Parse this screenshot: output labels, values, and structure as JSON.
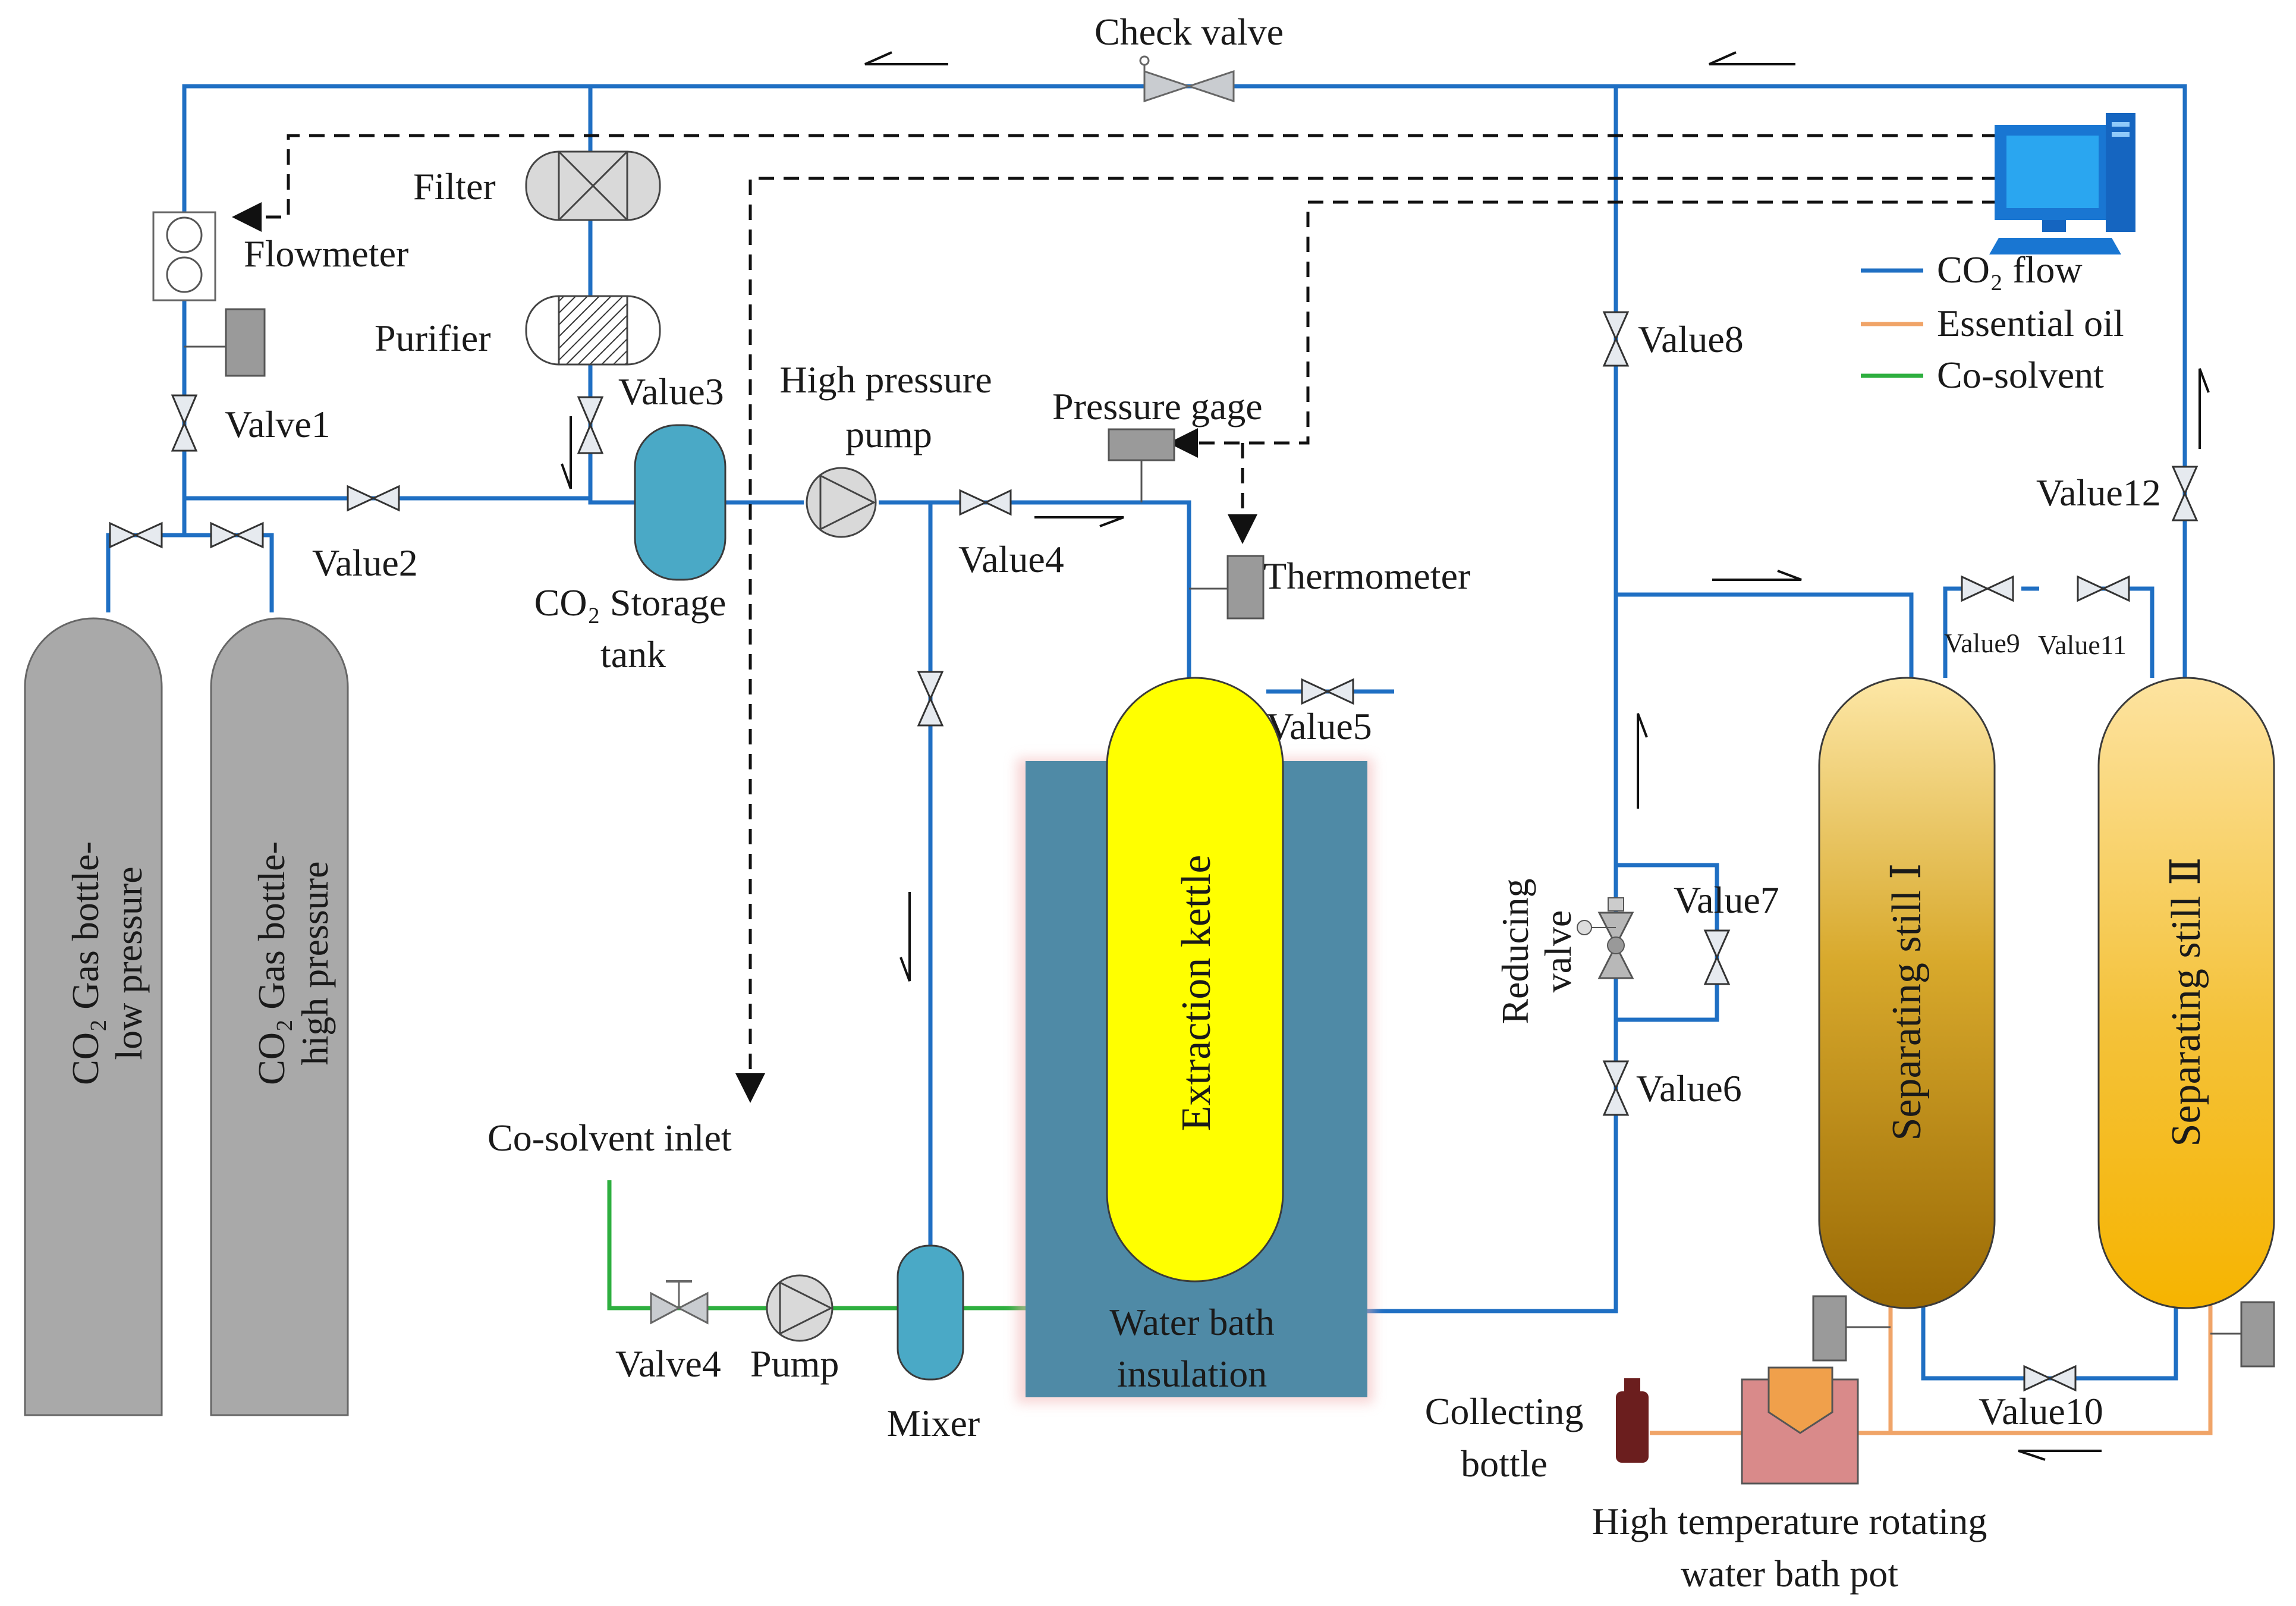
{
  "labels": {
    "check_valve": "Check valve",
    "filter": "Filter",
    "flowmeter": "Flowmeter",
    "purifier": "Purifier",
    "valve1": "Valve1",
    "value2": "Value2",
    "value3": "Value3",
    "high_pressure_pump": [
      "High pressure",
      "pump"
    ],
    "value4_top": "Value4",
    "pressure_gage": "Pressure gage",
    "thermometer": "Thermometer",
    "value5": "Value5",
    "co2_storage_tank": [
      "CO₂ Storage",
      "tank"
    ],
    "bottle_low": [
      "CO₂ Gas bottle-",
      "low pressure"
    ],
    "bottle_high": [
      "CO₂ Gas bottle-",
      "high pressure"
    ],
    "co_solvent_inlet": "Co-solvent inlet",
    "valve4_bottom": "Valve4",
    "pump": "Pump",
    "mixer": "Mixer",
    "extraction_kettle": "Extraction kettle",
    "water_bath": [
      "Water bath",
      "insulation"
    ],
    "value8": "Value8",
    "value7": "Value7",
    "reducing_valve": [
      "Reducing",
      "valve"
    ],
    "value6": "Value6",
    "value9": "Value9",
    "value11": "Value11",
    "value12": "Value12",
    "value10": "Value10",
    "separating_still_1": "Separating still Ⅰ",
    "separating_still_2": "Separating still Ⅱ",
    "collecting_bottle": [
      "Collecting",
      "bottle"
    ],
    "rotating_pot": [
      "High temperature rotating",
      "water bath pot"
    ]
  },
  "legend": {
    "co2_flow": "CO₂ flow",
    "essential_oil": "Essential oil",
    "co_solvent": "Co-solvent"
  },
  "colors": {
    "co2_line": "#1f6fc3",
    "oil_line": "#f0a468",
    "cosolvent_line": "#2eaf3f",
    "bottle": "#a9a9a9",
    "storage_tank": "#4aa9c6",
    "water_bath": "#4f8aa6",
    "extraction_kettle": "#ffff00",
    "separator_1": "#c8961a",
    "separator_2": "#f4c23a",
    "collecting_bottle": "#6b1e1e",
    "rotating_pot": "#d98a8a"
  },
  "icons": [
    "computer-icon",
    "flowmeter-icon",
    "filter-icon",
    "purifier-icon",
    "pump-icon",
    "valve-icon",
    "gauge-icon",
    "thermometer-icon"
  ]
}
